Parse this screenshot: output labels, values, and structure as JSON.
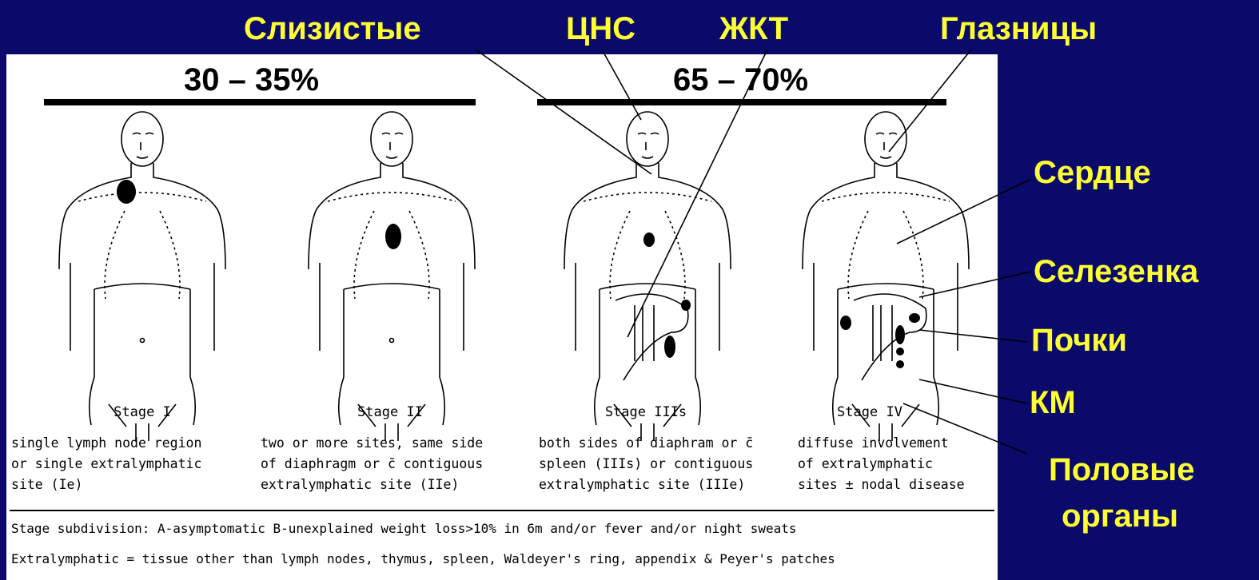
{
  "labels": {
    "mucosa": "Слизистые",
    "cns": "ЦНС",
    "git": "ЖКТ",
    "orbits": "Глазницы",
    "heart": "Сердце",
    "spleen": "Селезенка",
    "kidneys": "Почки",
    "bone_marrow": "КМ",
    "genitals_line1": "Половые",
    "genitals_line2": "органы"
  },
  "percentages": {
    "early": "30 – 35%",
    "late": "65 – 70%"
  },
  "stages": [
    {
      "name": "Stage I",
      "desc": "single lymph node region\nor single extralymphatic\nsite (Ie)"
    },
    {
      "name": "Stage II",
      "desc": "two or more sites, same side\nof diaphragm or c̄ contiguous\nextralymphatic site (IIe)"
    },
    {
      "name": "Stage IIIs",
      "desc": "both sides of diaphram or c̄\nspleen (IIIs) or contiguous\nextralymphatic site (IIIe)"
    },
    {
      "name": "Stage IV",
      "desc": "diffuse involvement\nof extralymphatic\nsites ± nodal disease"
    }
  ],
  "notes": {
    "subdivision": "Stage subdivision: A-asymptomatic  B-unexplained weight loss>10% in 6m and/or fever and/or night sweats",
    "extralymphatic": "Extralymphatic = tissue other than lymph nodes, thymus, spleen, Waldeyer's ring, appendix & Peyer's patches"
  },
  "colors": {
    "background": "#0a0a6a",
    "label": "#ffff33"
  }
}
